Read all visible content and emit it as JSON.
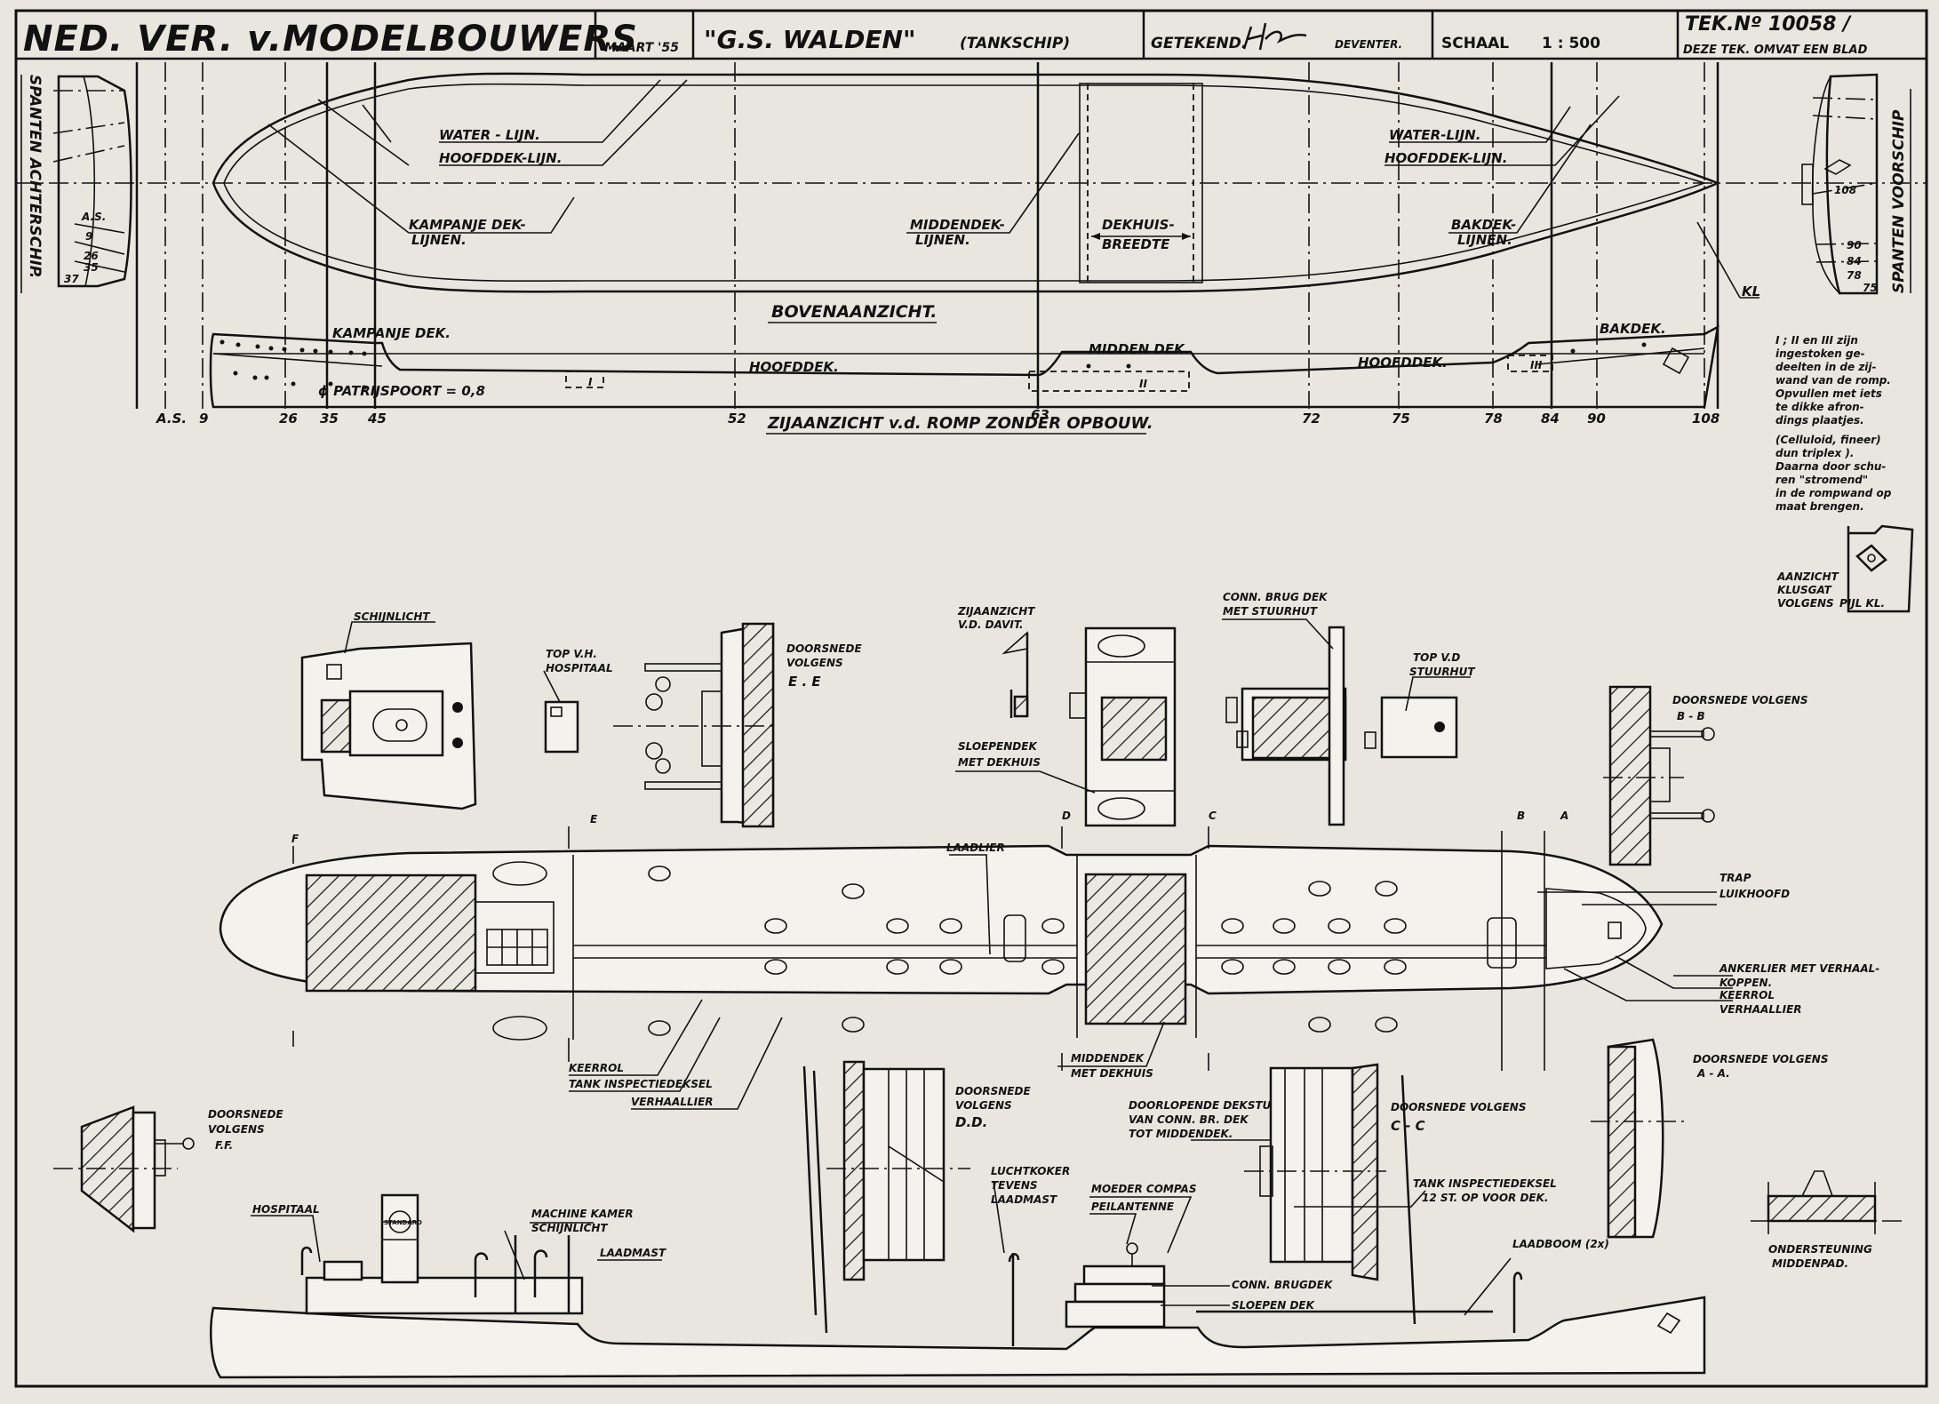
{
  "title_block": {
    "organization": "NED. VER. v.MODELBOUWERS",
    "date": "MAART '55",
    "ship_name": "\"G.S. WALDEN\"",
    "ship_type": "(TANKSCHIP)",
    "drawn_by_label": "GETEKEND.",
    "drawn_place": "DEVENTER.",
    "scale_label": "SCHAAL",
    "scale_value": "1 : 500",
    "drawing_number": "TEK.Nº 10058 /",
    "sheet_note": "DEZE TEK. OMVAT EEN BLAD"
  },
  "hull_plan": {
    "top_view_title": "BOVENAANZICHT.",
    "side_view_title": "ZIJAANZICHT v.d. ROMP ZONDER OPBOUW.",
    "labels": {
      "water_lijn_aft": "WATER - LIJN.",
      "hoofddek_lijn_aft": "HOOFDDEK-LIJN.",
      "kampanje_dek_lijnen_1": "KAMPANJE DEK-",
      "kampanje_dek_lijnen_2": "LIJNEN.",
      "middendek_lijnen_1": "MIDDENDEK-",
      "middendek_lijnen_2": "LIJNEN.",
      "dekhuis_breedte_1": "DEKHUIS-",
      "dekhuis_breedte_2": "BREEDTE",
      "water_lijn_fwd": "WATER-LIJN.",
      "hoofddek_lijn_fwd": "HOOFDDEK-LIJN.",
      "bakdek_lijnen_1": "BAKDEK-",
      "bakdek_lijnen_2": "LIJNEN.",
      "kl": "KL",
      "kampanje_dek": "KAMPANJE DEK.",
      "middendek": "MIDDEN DEK.",
      "bakdek": "BAKDEK.",
      "hoofddek_1": "HOOFDDEK.",
      "hoofddek_2": "HOOFDDEK.",
      "patrijspoort": "ϕ PATRIJSPOORT = 0,8",
      "insert_1": "I",
      "insert_2": "II",
      "insert_3": "III"
    },
    "frame_stations": [
      "A.S.",
      "9",
      "26",
      "35",
      "45",
      "52",
      "63",
      "72",
      "75",
      "78",
      "84",
      "90",
      "108"
    ],
    "aft_frames": {
      "title": "SPANTEN ACHTERSCHIP.",
      "marks": [
        "A.S.",
        "9",
        "26",
        "35",
        "37"
      ]
    },
    "fwd_frames": {
      "title": "SPANTEN VOORSCHIP",
      "marks": [
        "108",
        "90",
        "84",
        "78",
        "75"
      ]
    }
  },
  "notes": {
    "lines": [
      "I ; II en III zijn",
      "ingestoken ge-",
      "deelten in de zij-",
      "wand van de romp.",
      "Opvullen met iets",
      "te dikke afron-",
      "dings plaatjes.",
      "(Celluloid, fineer)",
      " dun triplex    ).",
      "Daarna door schu-",
      "ren \"stromend\"",
      "in de rompwand op",
      "maat brengen."
    ],
    "klusgat": [
      "AANZICHT",
      "KLUSGAT",
      "VOLGENS",
      "PIJL KL."
    ]
  },
  "details": {
    "schijnlicht": "SCHIJNLICHT",
    "top_hospitaal_1": "TOP V.H.",
    "top_hospitaal_2": "HOSPITAAL",
    "section_ee_1": "DOORSNEDE",
    "section_ee_2": "VOLGENS",
    "section_ee_3": "E . E",
    "davit_1": "ZIJAANZICHT",
    "davit_2": "V.D. DAVIT.",
    "sloependek_1": "SLOEPENDEK",
    "sloependek_2": "MET DEKHUIS",
    "conn_brugdek_1": "CONN. BRUG DEK",
    "conn_brugdek_2": "MET STUURHUT",
    "top_stuurhut_1": "TOP V.D",
    "top_stuurhut_2": "STUURHUT",
    "section_bb_1": "DOORSNEDE VOLGENS",
    "section_bb_2": "B - B",
    "section_aa_1": "DOORSNEDE VOLGENS",
    "section_aa_2": "A - A.",
    "section_ff_1": "DOORSNEDE",
    "section_ff_2": "VOLGENS",
    "section_ff_3": "F.F.",
    "section_dd_1": "DOORSNEDE",
    "section_dd_2": "VOLGENS",
    "section_dd_3": "D.D.",
    "section_cc_1": "DOORSNEDE VOLGENS",
    "section_cc_2": "C - C",
    "ondersteuning_1": "ONDERSTEUNING",
    "ondersteuning_2": "MIDDENPAD."
  },
  "deck_plan": {
    "laadlier": "LAADLIER",
    "trap": "TRAP",
    "luikhoofd": "LUIKHOOFD",
    "ankerlier_1": "ANKERLIER MET VERHAAL-",
    "ankerlier_2": "KOPPEN.",
    "keerrol_fwd": "KEERROL",
    "verhaallier_fwd": "VERHAALLIER",
    "keerrol_aft": "KEERROL",
    "tank_inspectiedeksel": "TANK INSPECTIEDEKSEL",
    "verhaallier_aft": "VERHAALLIER",
    "middendek_1": "MIDDENDEK",
    "middendek_2": "MET DEKHUIS",
    "doorlopende_1": "DOORLOPENDE DEKSTUT",
    "doorlopende_2": "VAN CONN. BR. DEK",
    "doorlopende_3": "TOT MIDDENDEK.",
    "section_marks": [
      "F",
      "E",
      "D",
      "C",
      "B",
      "A"
    ]
  },
  "profile": {
    "hospitaal": "HOSPITAAL",
    "machinekamer_1": "MACHINE KAMER",
    "machinekamer_2": "SCHIJNLICHT",
    "laadmast_aft": "LAADMAST",
    "funnel_mark": "STANDARD",
    "luchtkoker_1": "LUCHTKOKER",
    "luchtkoker_2": "TEVENS",
    "luchtkoker_3": "LAADMAST",
    "moedercompas": "MOEDER COMPAS",
    "peilantenne": "PEILANTENNE",
    "conn_brugdek": "CONN. BRUGDEK",
    "sloependek": "SLOEPEN DEK",
    "tank_inspectie_1": "TANK INSPECTIEDEKSEL",
    "tank_inspectie_2": "12 ST. OP VOOR DEK.",
    "laadboom": "LAADBOOM (2x)"
  }
}
